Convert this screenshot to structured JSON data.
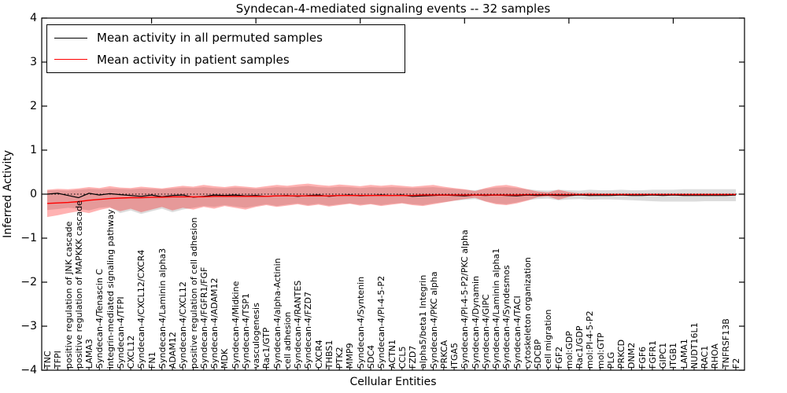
{
  "title": "Syndecan-4-mediated signaling events -- 32 samples",
  "legend": {
    "items": [
      {
        "label": "Mean activity in all permuted samples",
        "color": "#000000"
      },
      {
        "label": "Mean activity in patient samples",
        "color": "#ff0000"
      }
    ]
  },
  "axes": {
    "y_label": "Inferred Activity",
    "x_label": "Cellular Entities",
    "y_ticks": [
      "4",
      "3",
      "2",
      "1",
      "0",
      "−1",
      "−2",
      "−3",
      "−4"
    ]
  },
  "chart_data": {
    "type": "line",
    "title": "Syndecan-4-mediated signaling events -- 32 samples",
    "xlabel": "Cellular Entities",
    "ylabel": "Inferred Activity",
    "ylim": [
      -4,
      4
    ],
    "grid": false,
    "legend_position": "upper left",
    "zero_reference_line": true,
    "categories": [
      "TNC",
      "TFPI",
      "positive regulation of JNK cascade",
      "positive regulation of MAPKKK cascade",
      "LAMA3",
      "Syndecan-4/Tenascin C",
      "integrin-mediated signaling pathway",
      "Syndecan-4/TFPI",
      "CXCL12",
      "Syndecan-4/CXCL12/CXCR4",
      "FN1",
      "Syndecan-4/Laminin alpha3",
      "ADAM12",
      "Syndecan-4/CXCL12",
      "positive regulation of cell adhesion",
      "Syndecan-4/FGFR1/FGF",
      "Syndecan-4/ADAM12",
      "MDK",
      "Syndecan-4/Midkine",
      "Syndecan-4/TSP1",
      "vasculogenesis",
      "Rac1/GTP",
      "Syndecan-4/alpha-Actinin",
      "cell adhesion",
      "Syndecan-4/RANTES",
      "Syndecan-4/FZD7",
      "CXCR4",
      "THBS1",
      "PTK2",
      "MMP9",
      "Syndecan-4/Syntenin",
      "SDC4",
      "Syndecan-4/PI-4-5-P2",
      "ACTN1",
      "CCL5",
      "FZD7",
      "alpha5/beta1 Integrin",
      "Syndecan-4/PKC alpha",
      "PRKCA",
      "ITGA5",
      "Syndecan-4/PI-4-5-P2/PKC alpha",
      "Syndecan-4/Dynamin",
      "Syndecan-4/GIPC",
      "Syndecan-4/Laminin alpha1",
      "Syndecan-4/Syndesmos",
      "Syndecan-4/TACI",
      "cytoskeleton organization",
      "SDCBP",
      "cell migration",
      "FGF2",
      "mol:GDP",
      "Rac1/GDP",
      "mol:PI-4-5-P2",
      "mol:GTP",
      "PLG",
      "PRKCD",
      "DNM2",
      "FGF6",
      "FGFR1",
      "GIPC1",
      "ITGB1",
      "LAMA1",
      "NUDT16L1",
      "RAC1",
      "RHOA",
      "TNFRSF13B",
      "F2"
    ],
    "series": [
      {
        "name": "Mean activity in all permuted samples",
        "color": "#000000",
        "style": "solid",
        "values": [
          0.0,
          0.02,
          -0.03,
          -0.08,
          0.02,
          -0.02,
          0.01,
          -0.01,
          -0.03,
          -0.05,
          -0.02,
          -0.06,
          -0.03,
          -0.02,
          -0.07,
          -0.05,
          -0.02,
          -0.03,
          -0.02,
          -0.04,
          -0.03,
          -0.05,
          -0.04,
          -0.03,
          -0.05,
          -0.03,
          -0.02,
          -0.05,
          -0.03,
          -0.02,
          -0.04,
          -0.03,
          -0.02,
          -0.03,
          -0.02,
          -0.05,
          -0.04,
          -0.03,
          -0.02,
          -0.03,
          -0.04,
          -0.02,
          -0.03,
          -0.02,
          -0.03,
          -0.04,
          -0.02,
          -0.03,
          -0.02,
          -0.03,
          -0.03,
          -0.02,
          -0.03,
          -0.03,
          -0.03,
          -0.02,
          -0.03,
          -0.03,
          -0.02,
          -0.03,
          -0.02,
          -0.03,
          -0.03,
          -0.03,
          -0.03,
          -0.03,
          -0.02
        ]
      },
      {
        "name": "Mean activity in patient samples",
        "color": "#ff0000",
        "style": "solid",
        "values": [
          -0.21,
          -0.2,
          -0.19,
          -0.17,
          -0.14,
          -0.12,
          -0.1,
          -0.09,
          -0.08,
          -0.08,
          -0.07,
          -0.07,
          -0.06,
          -0.06,
          -0.06,
          -0.06,
          -0.05,
          -0.05,
          -0.05,
          -0.05,
          -0.05,
          -0.05,
          -0.04,
          -0.04,
          -0.04,
          -0.04,
          -0.04,
          -0.04,
          -0.03,
          -0.03,
          -0.03,
          -0.03,
          -0.03,
          -0.03,
          -0.03,
          -0.03,
          -0.02,
          -0.02,
          -0.02,
          -0.02,
          -0.02,
          -0.02,
          -0.02,
          -0.02,
          -0.02,
          -0.02,
          -0.01,
          -0.01,
          -0.01,
          -0.01,
          -0.01,
          -0.01,
          -0.01,
          -0.01,
          -0.01,
          -0.01,
          -0.01,
          -0.01,
          -0.01,
          -0.01,
          -0.01,
          -0.01,
          -0.01,
          -0.01,
          -0.01,
          -0.01,
          -0.01
        ]
      }
    ],
    "bands": [
      {
        "name": "permuted samples activity range",
        "color": "rgba(128,128,128,0.28)",
        "upper": [
          0.08,
          0.09,
          0.08,
          0.1,
          0.12,
          0.11,
          0.13,
          0.12,
          0.11,
          0.13,
          0.12,
          0.11,
          0.13,
          0.15,
          0.14,
          0.16,
          0.14,
          0.13,
          0.15,
          0.14,
          0.12,
          0.14,
          0.16,
          0.15,
          0.17,
          0.19,
          0.16,
          0.15,
          0.17,
          0.16,
          0.14,
          0.16,
          0.15,
          0.16,
          0.15,
          0.14,
          0.15,
          0.16,
          0.14,
          0.12,
          0.1,
          0.09,
          0.12,
          0.15,
          0.16,
          0.14,
          0.11,
          0.09,
          0.08,
          0.1,
          0.09,
          0.08,
          0.1,
          0.09,
          0.09,
          0.1,
          0.09,
          0.09,
          0.1,
          0.1,
          0.1,
          0.11,
          0.11,
          0.11,
          0.11,
          0.11,
          0.11
        ],
        "lower": [
          -0.36,
          -0.34,
          -0.31,
          -0.33,
          -0.37,
          -0.31,
          -0.29,
          -0.43,
          -0.37,
          -0.45,
          -0.39,
          -0.33,
          -0.41,
          -0.35,
          -0.31,
          -0.27,
          -0.29,
          -0.25,
          -0.28,
          -0.31,
          -0.27,
          -0.23,
          -0.27,
          -0.24,
          -0.21,
          -0.25,
          -0.22,
          -0.26,
          -0.23,
          -0.21,
          -0.24,
          -0.22,
          -0.25,
          -0.22,
          -0.2,
          -0.23,
          -0.25,
          -0.21,
          -0.18,
          -0.15,
          -0.13,
          -0.11,
          -0.16,
          -0.21,
          -0.23,
          -0.19,
          -0.14,
          -0.11,
          -0.1,
          -0.14,
          -0.12,
          -0.11,
          -0.13,
          -0.12,
          -0.12,
          -0.13,
          -0.14,
          -0.15,
          -0.16,
          -0.17,
          -0.17,
          -0.17,
          -0.17,
          -0.16,
          -0.16,
          -0.16,
          -0.16
        ]
      },
      {
        "name": "patient samples activity range",
        "color": "rgba(255,0,0,0.30)",
        "upper": [
          0.1,
          0.12,
          0.11,
          0.13,
          0.16,
          0.14,
          0.18,
          0.15,
          0.14,
          0.17,
          0.15,
          0.13,
          0.16,
          0.19,
          0.17,
          0.21,
          0.18,
          0.16,
          0.19,
          0.17,
          0.15,
          0.18,
          0.21,
          0.19,
          0.22,
          0.24,
          0.21,
          0.19,
          0.22,
          0.2,
          0.18,
          0.21,
          0.19,
          0.21,
          0.19,
          0.17,
          0.19,
          0.21,
          0.17,
          0.14,
          0.11,
          0.07,
          0.14,
          0.19,
          0.21,
          0.17,
          0.11,
          0.06,
          0.04,
          0.1,
          0.05,
          0.02,
          0.03,
          0.02,
          0.02,
          0.02,
          0.02,
          0.02,
          0.02,
          0.02,
          0.02,
          0.02,
          0.02,
          0.02,
          0.02,
          0.02,
          0.02
        ],
        "lower": [
          -0.52,
          -0.48,
          -0.43,
          -0.39,
          -0.43,
          -0.36,
          -0.31,
          -0.39,
          -0.33,
          -0.41,
          -0.35,
          -0.29,
          -0.37,
          -0.31,
          -0.35,
          -0.29,
          -0.33,
          -0.27,
          -0.31,
          -0.35,
          -0.29,
          -0.25,
          -0.29,
          -0.26,
          -0.23,
          -0.27,
          -0.24,
          -0.28,
          -0.25,
          -0.22,
          -0.26,
          -0.23,
          -0.27,
          -0.24,
          -0.21,
          -0.25,
          -0.27,
          -0.23,
          -0.19,
          -0.15,
          -0.11,
          -0.08,
          -0.17,
          -0.23,
          -0.25,
          -0.21,
          -0.15,
          -0.07,
          -0.05,
          -0.13,
          -0.06,
          -0.02,
          -0.05,
          -0.02,
          -0.02,
          -0.02,
          -0.02,
          -0.02,
          -0.02,
          -0.02,
          -0.02,
          -0.02,
          -0.02,
          -0.02,
          -0.02,
          -0.02,
          -0.02
        ]
      }
    ]
  }
}
